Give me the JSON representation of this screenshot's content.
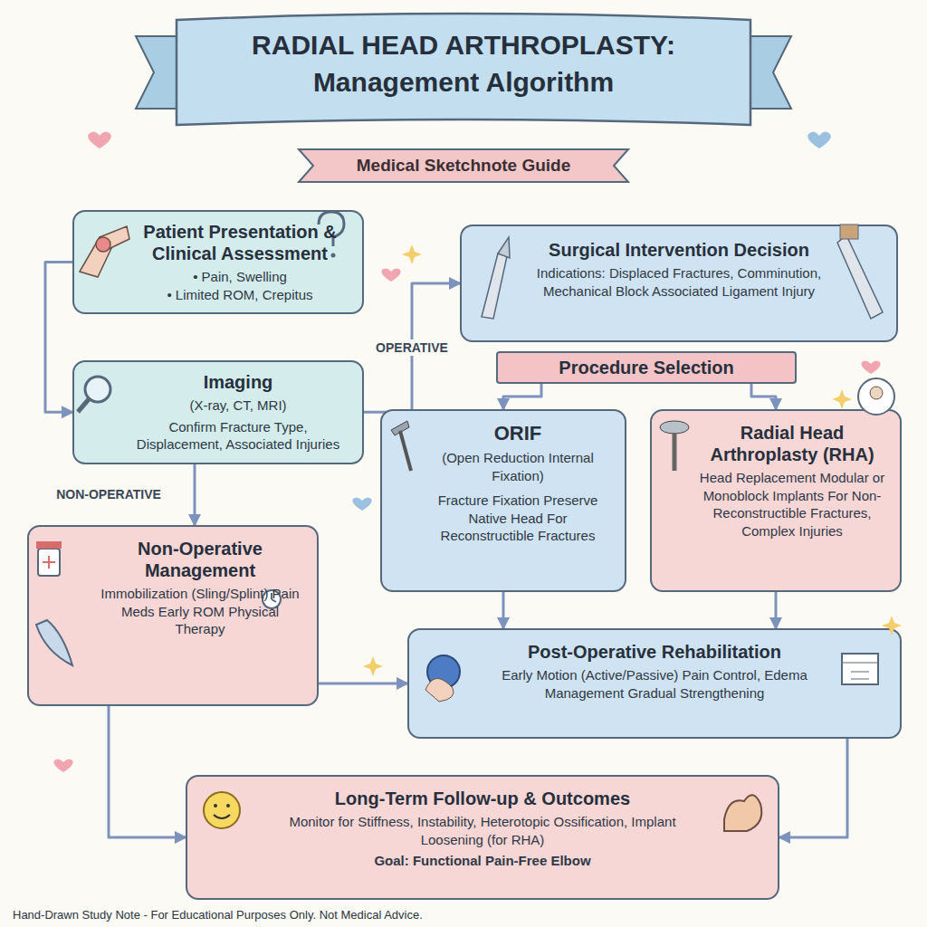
{
  "diagram": {
    "title": "RADIAL HEAD ARTHROPLASTY: Management Algorithm",
    "caption": "Hand-Drawn Study Note - For Educational Purposes Only. Not Medical Advice.",
    "nodes": [
      {
        "text": [
          "Patient Presentation & Clinical Assessment",
          "• Pain, Swelling",
          "• Limited ROM, Crepitus"
        ]
      },
      {
        "text": [
          "Imaging",
          "(X-ray, CT, MRI)",
          "Confirm Fracture Type, Displacement, Associated Injuries"
        ]
      },
      {
        "text": [
          "Surgical Intervention Decision",
          "Indications: Displaced Fractures, Comminution, Mechanical Block Associated Ligament Injury"
        ]
      },
      {
        "text": [
          "Procedure Selection"
        ]
      },
      {
        "text": [
          "ORIF",
          "(Open Reduction Internal Fixation)",
          "Fracture Fixation Preserve Native Head For Reconstructible Fractures"
        ]
      },
      {
        "text": [
          "Radial Head Arthroplasty (RHA)",
          "Head Replacement Modular or Monoblock Implants For Non-Reconstructible Fractures, Complex Injuries"
        ]
      },
      {
        "text": [
          "Non-Operative Management",
          "Immobilization (Sling/Splint) Pain Meds Early ROM Physical Therapy"
        ]
      },
      {
        "text": [
          "Post-Operative Rehabilitation",
          "Early Motion (Active/Passive) Pain Control, Edema Management Gradual Strengthening"
        ]
      },
      {
        "text": [
          "Long-Term Follow-up & Outcomes",
          "Monitor for Stiffness, Instability, Heterotopic Ossification, Implant Loosening (for RHA)",
          "Goal: Functional Pain-Free Elbow"
        ]
      }
    ],
    "edges": [
      {
        "from": 0,
        "to": 1,
        "arrow": "to"
      },
      {
        "from": 1,
        "to": 2,
        "label": "OPERATIVE",
        "arrow": "to"
      },
      {
        "from": 1,
        "to": 6,
        "label": "NON-OPERATIVE",
        "arrow": "to"
      },
      {
        "from": 3,
        "to": 4,
        "arrow": "to"
      },
      {
        "from": 3,
        "to": 5,
        "arrow": "to"
      },
      {
        "from": 4,
        "to": 7,
        "arrow": "to"
      },
      {
        "from": 5,
        "to": 7,
        "arrow": "to"
      },
      {
        "from": 6,
        "to": 7,
        "arrow": "to"
      },
      {
        "from": 6,
        "to": 8,
        "arrow": "to"
      },
      {
        "from": 7,
        "to": 8,
        "arrow": "to"
      }
    ],
    "labels": [
      "Medical Sketchnote Guide"
    ]
  }
}
